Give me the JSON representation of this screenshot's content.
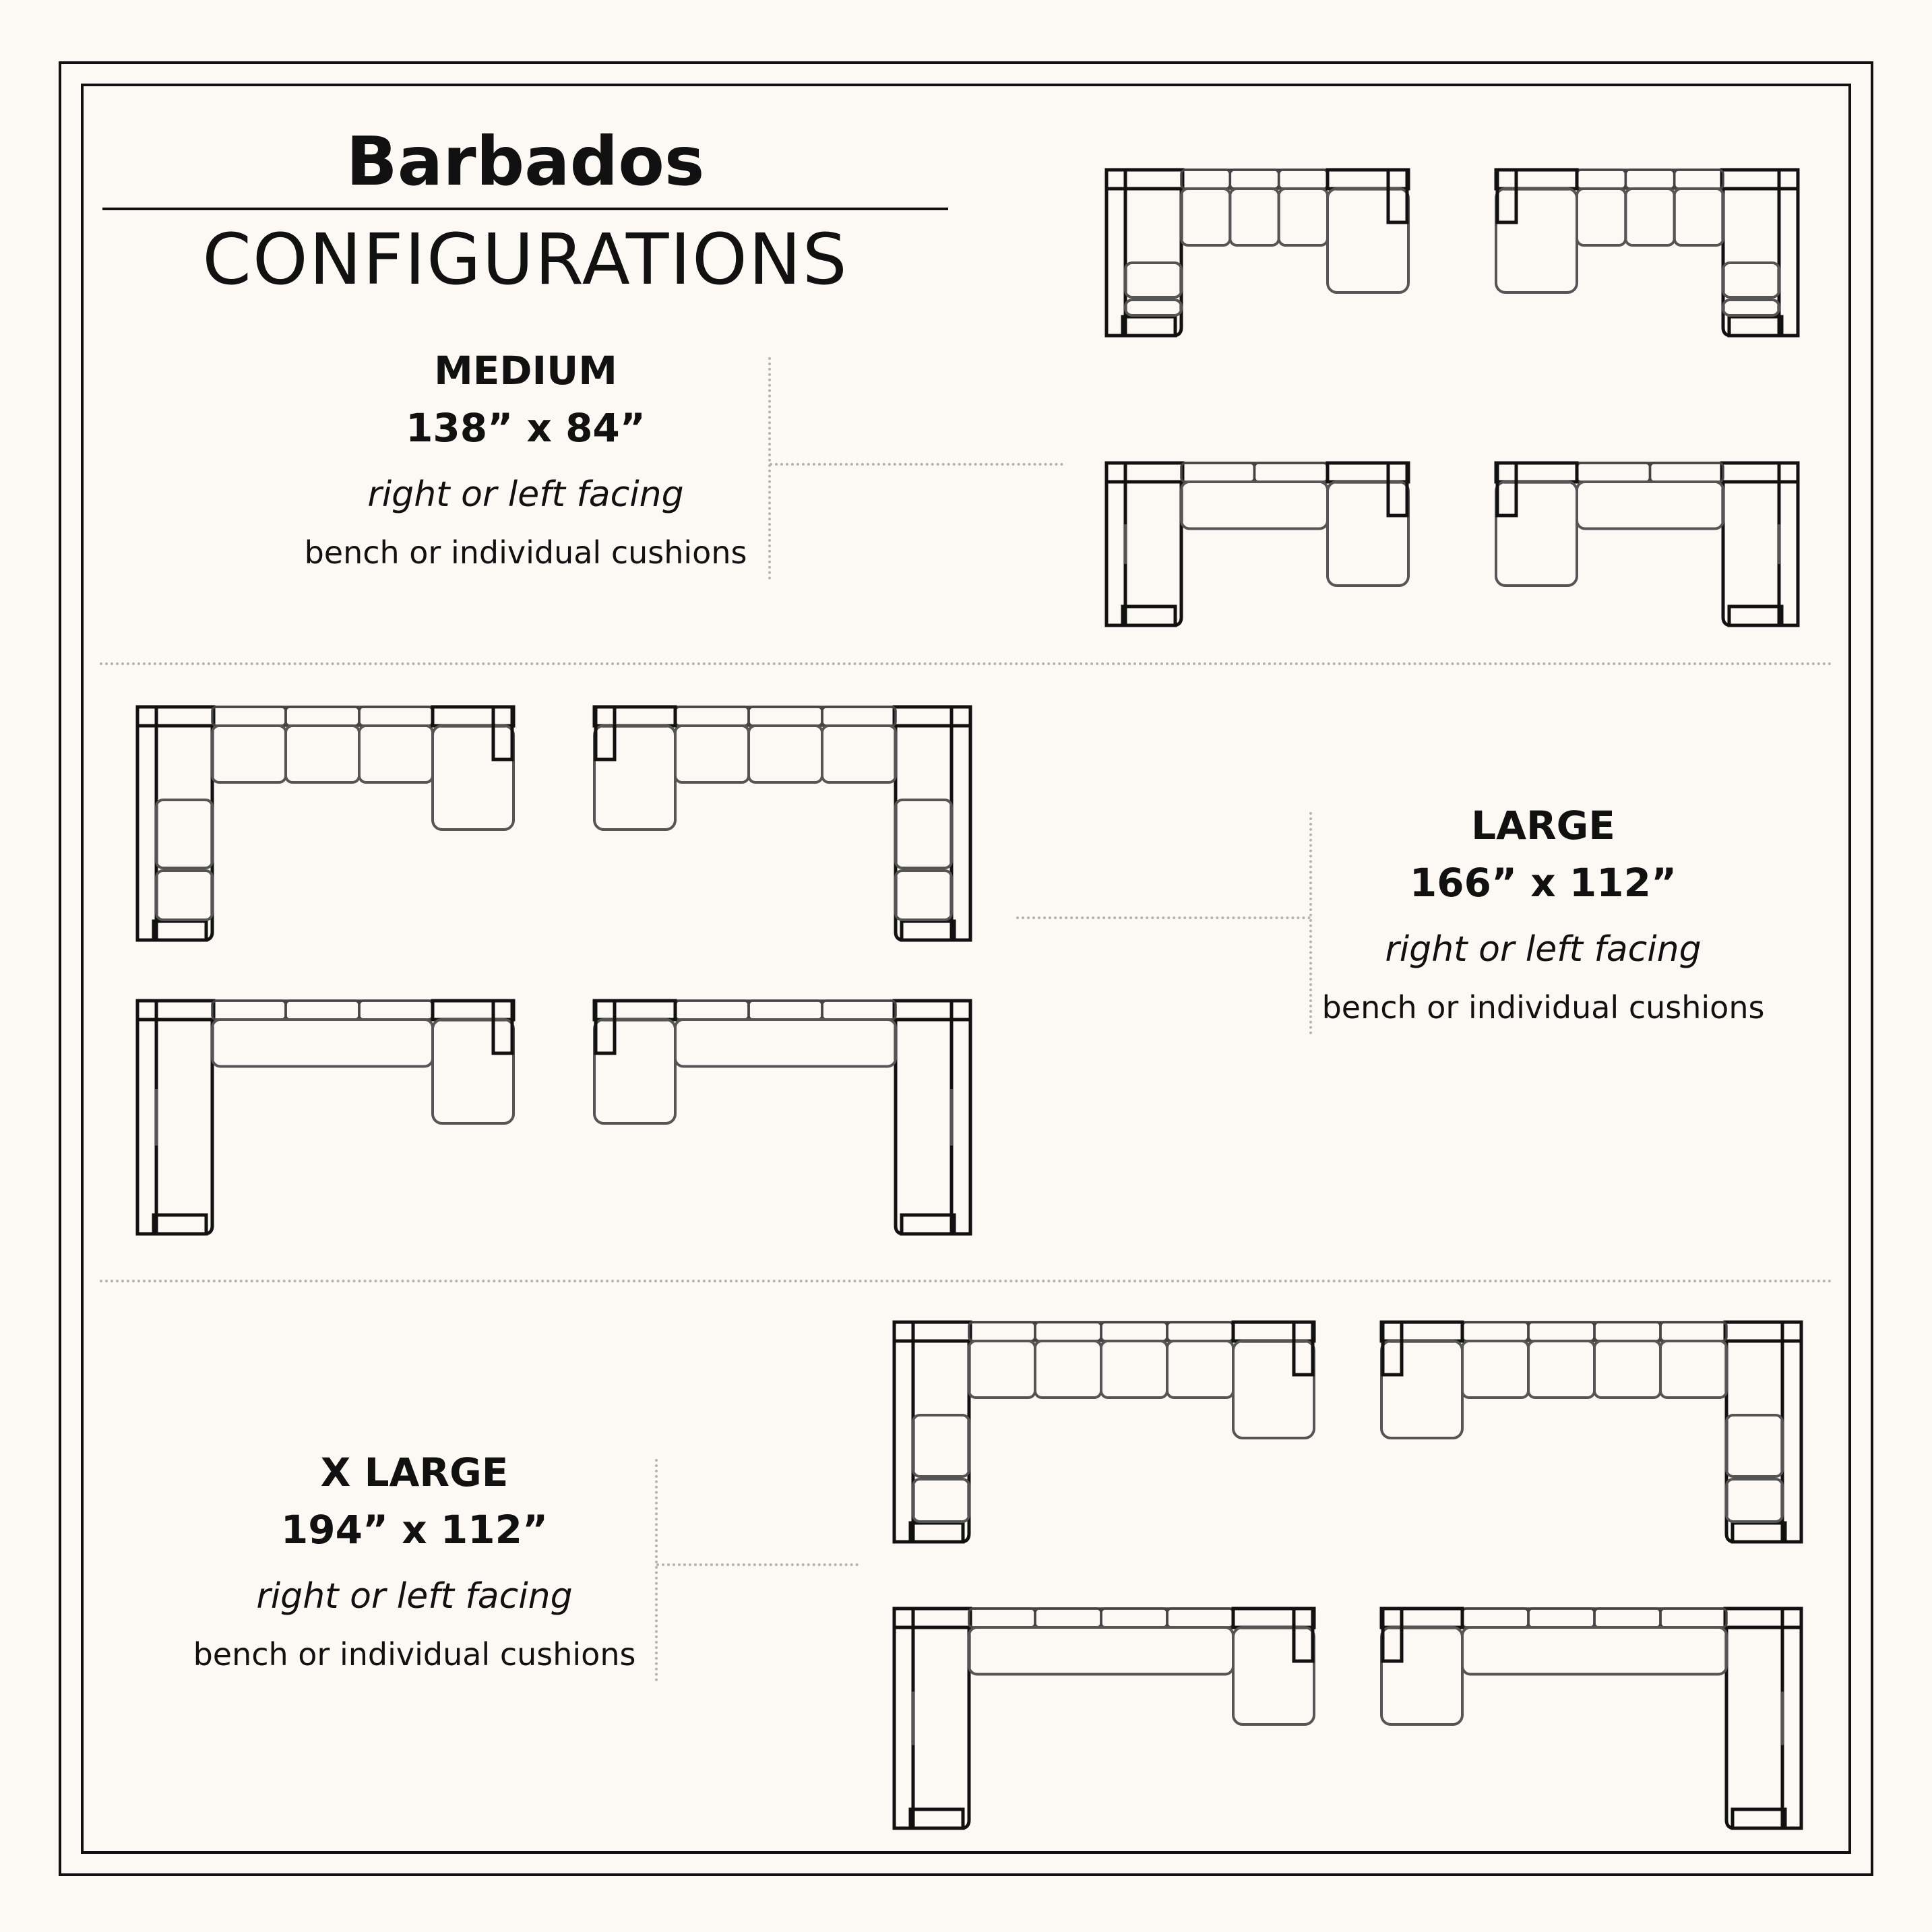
{
  "header": {
    "title": "Barbados",
    "subtitle": "CONFIGURATIONS"
  },
  "sizes": [
    {
      "name": "MEDIUM",
      "dimensions": "138” x 84”",
      "facing": "right or left facing",
      "cushions": "bench or individual cushions",
      "seat_count": 3
    },
    {
      "name": "LARGE",
      "dimensions": "166” x 112”",
      "facing": "right or left facing",
      "cushions": "bench or individual cushions",
      "seat_count": 3
    },
    {
      "name": "X LARGE",
      "dimensions": "194” x 112”",
      "facing": "right or left facing",
      "cushions": "bench or individual cushions",
      "seat_count": 4
    }
  ],
  "colors": {
    "background": "#fcf9f5",
    "line": "#111111",
    "cushion": "#555555",
    "divider": "#b8b2aa"
  }
}
